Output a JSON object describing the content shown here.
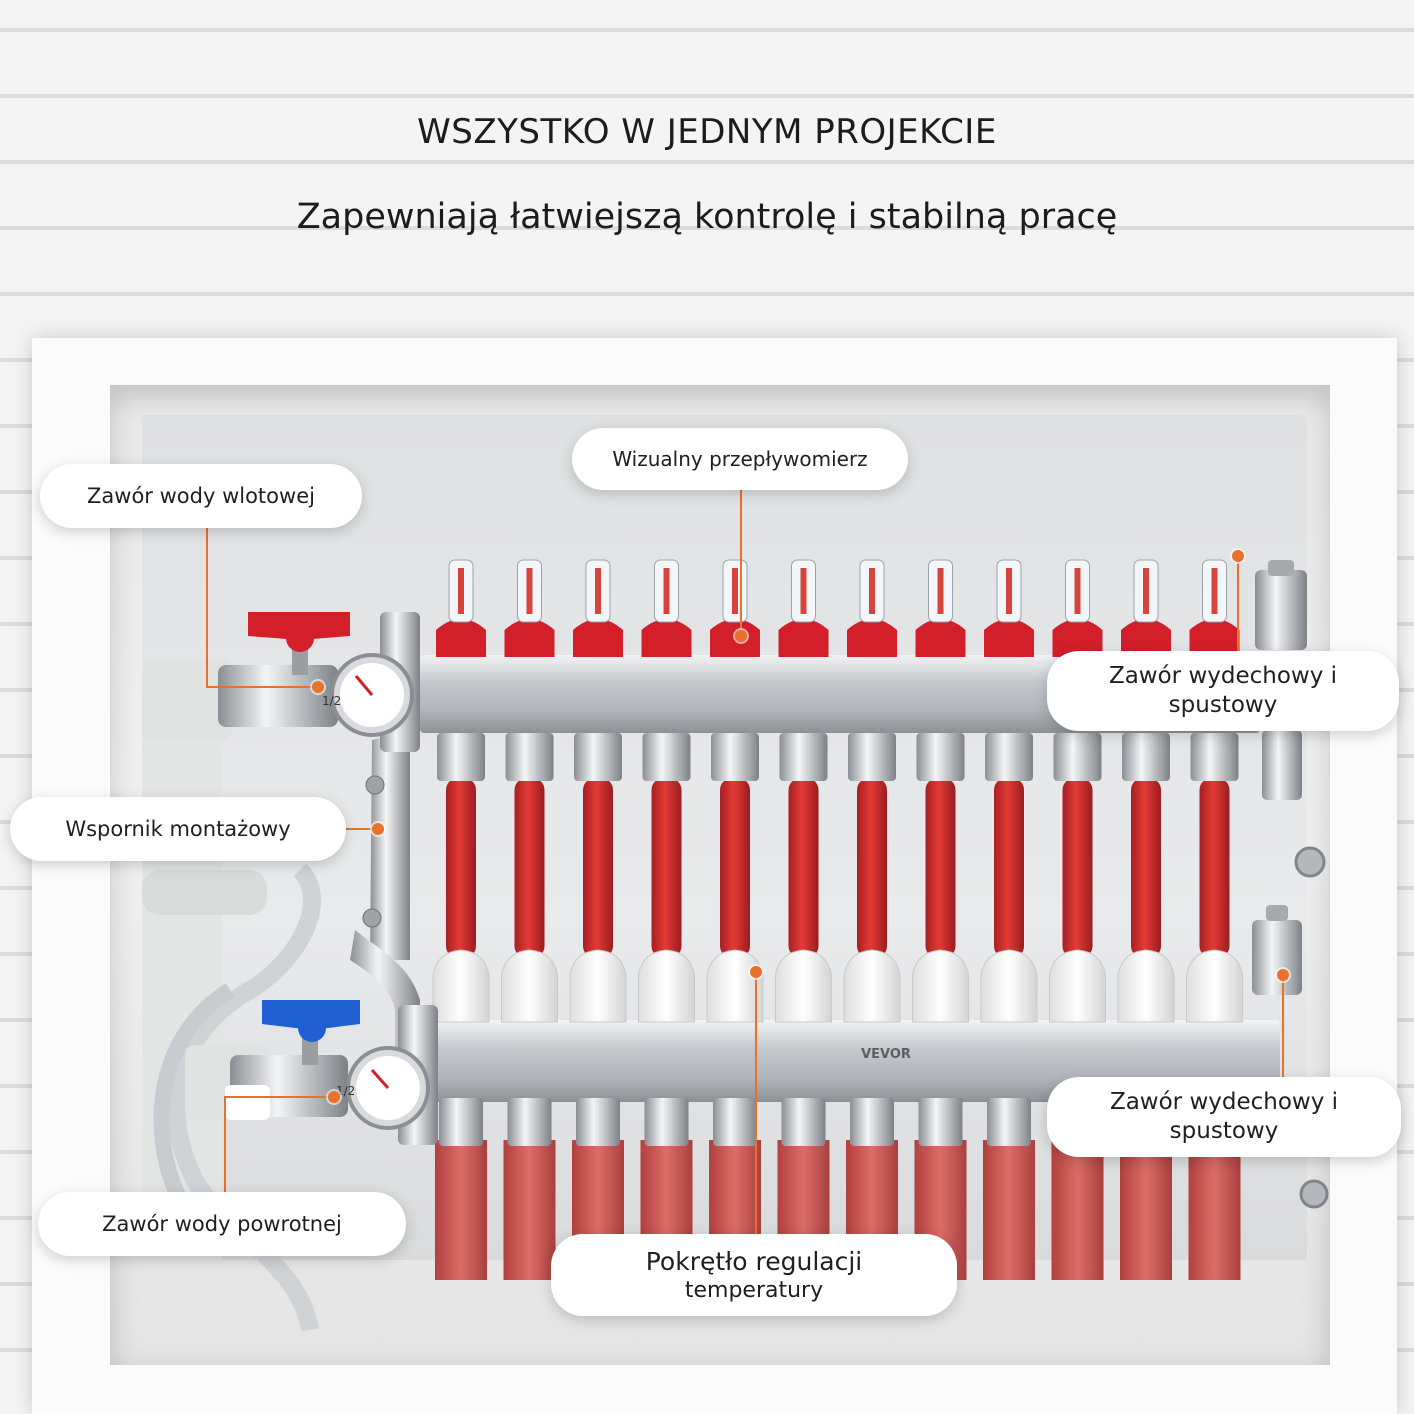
{
  "heading": {
    "title": "WSZYSTKO W JEDNYM PROJEKCIE",
    "subtitle": "Zapewniają łatwiejszą kontrolę i stabilną pracę"
  },
  "callouts": {
    "inlet_valve": {
      "line1": "Zawór wody wlotowej"
    },
    "flowmeter": {
      "line1": "Wizualny przepływomierz"
    },
    "vent_valve_top": {
      "line1": "Zawór wydechowy i",
      "line2": "spustowy"
    },
    "mounting_bracket": {
      "line1": "Wspornik montażowy"
    },
    "vent_valve_bottom": {
      "line1": "Zawór wydechowy i",
      "line2": "spustowy"
    },
    "return_valve": {
      "line1": "Zawór wody powrotnej"
    },
    "temp_knob": {
      "line1": "Pokrętło regulacji",
      "line2": "temperatury"
    }
  },
  "product": {
    "brand_mark": "VEVOR",
    "outlet_count": 12,
    "gauge_inlet_label": "1/2",
    "gauge_return_label": "1/2"
  },
  "colors": {
    "accent": "#e8712b",
    "pipe_red": "#d9322f",
    "steel": "#c9cdd2",
    "valve_red": "#d21f2a",
    "valve_blue": "#1f5fd1",
    "cap_white": "#fafafa",
    "insulation": "#c94e4a"
  }
}
